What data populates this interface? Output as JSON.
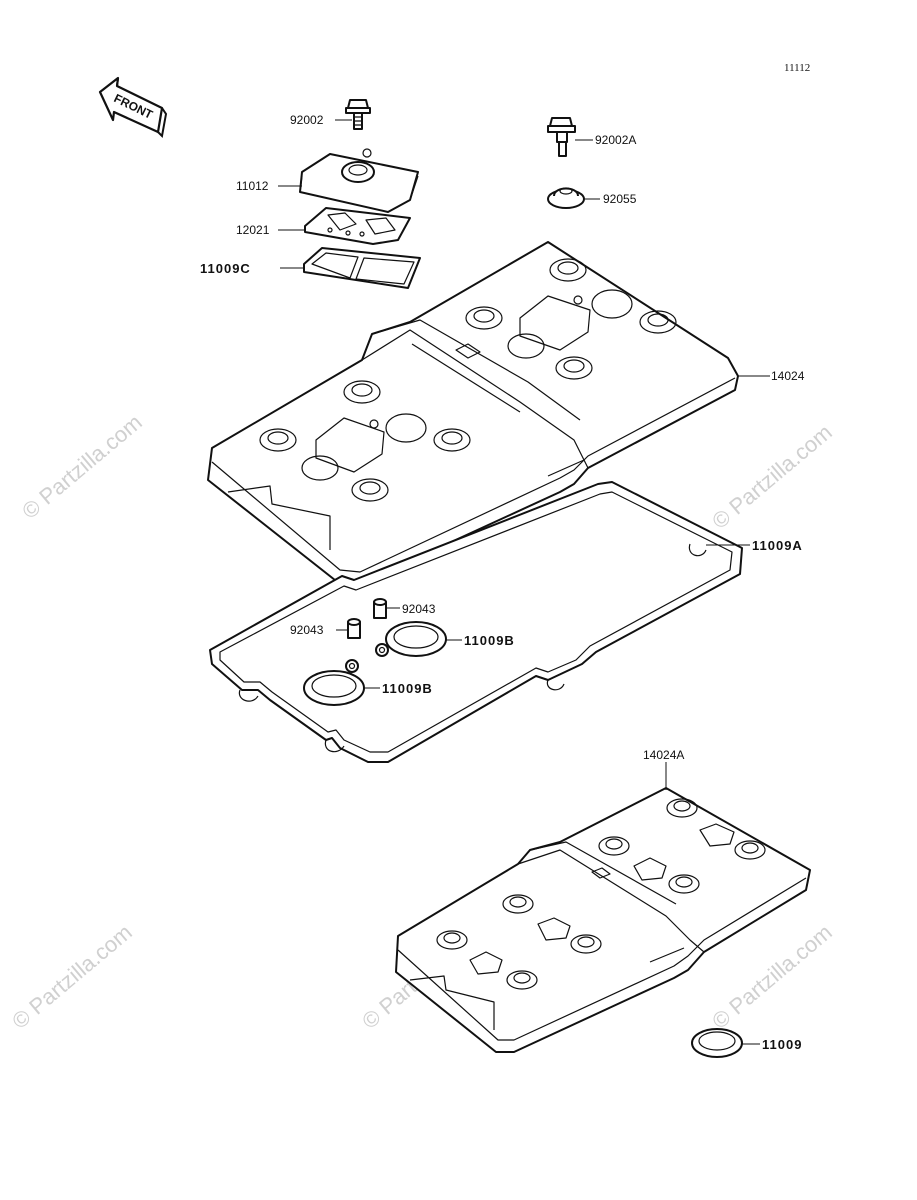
{
  "diagram_id": "11112",
  "front_label": "FRONT",
  "watermark": "© Partzilla.com",
  "parts": {
    "p92002": "92002",
    "p92002A": "92002A",
    "p11012": "11012",
    "p92055": "92055",
    "p12021": "12021",
    "p11009C": "11009C",
    "p14024": "14024",
    "p11009A": "11009A",
    "p92043_right": "92043",
    "p92043_left": "92043",
    "p11009B_upper": "11009B",
    "p11009B_lower": "11009B",
    "p14024A": "14024A",
    "p11009": "11009"
  }
}
